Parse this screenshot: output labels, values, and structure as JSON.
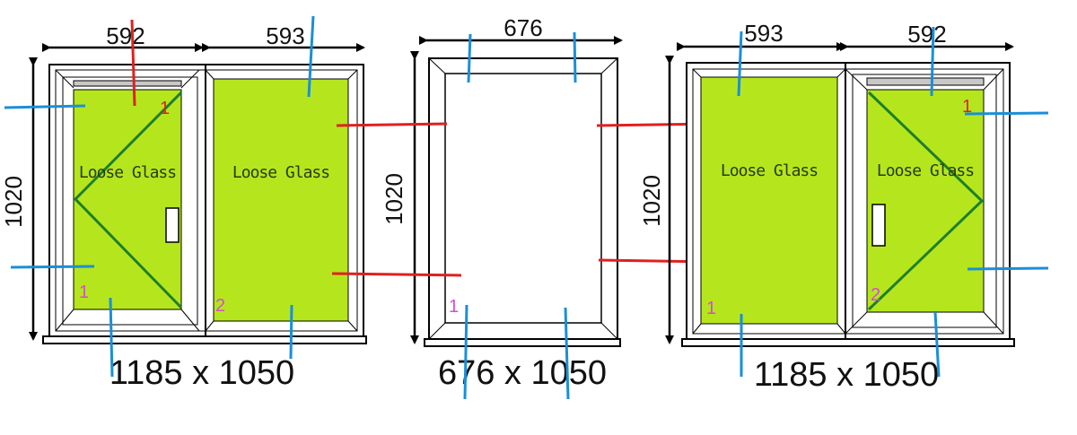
{
  "colors": {
    "glass": "#b5e61d",
    "frame": "#000000",
    "sash_diagonal": "#1e7f2a",
    "blue_marker": "#1a8fd8",
    "red_marker": "#e02020",
    "magenta_marker": "#d64bd6",
    "handle_bar": "#c8c8c8"
  },
  "glass_text": "Loose Glass",
  "windows": [
    {
      "overall_size": "1185 x 1050",
      "height": "1020",
      "widths": [
        "592",
        "593"
      ],
      "panel_labels": [
        [
          "1",
          "1"
        ],
        [
          "2"
        ]
      ]
    },
    {
      "overall_size": "676 x 1050",
      "height": "1020",
      "widths": [
        "676"
      ],
      "panel_labels": [
        [
          "1"
        ]
      ]
    },
    {
      "overall_size": "1185 x 1050",
      "height": "1020",
      "widths": [
        "593",
        "592"
      ],
      "panel_labels": [
        [
          "1"
        ],
        [
          "1",
          "2"
        ]
      ]
    }
  ]
}
